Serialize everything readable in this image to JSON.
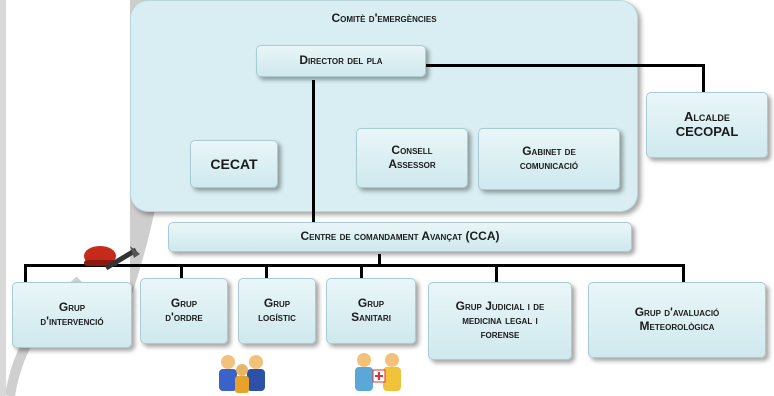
{
  "committee": {
    "title": "Comitè d'emergències"
  },
  "director": {
    "label": "Director del pla"
  },
  "alcalde": {
    "label": "Alcalde\nCECOPAL"
  },
  "cecat": {
    "label": "CECAT"
  },
  "consell": {
    "label": "Consell\nAssessor"
  },
  "gabinet": {
    "label": "Gabinet de\ncomunicació"
  },
  "cca": {
    "label": "Centre de comandament Avançat (CCA)"
  },
  "groups": [
    {
      "label": "Grup\nd'intervenció"
    },
    {
      "label": "Grup\nd'ordre"
    },
    {
      "label": "Grup\nlogístic"
    },
    {
      "label": "Grup\nSanitari"
    },
    {
      "label": "Grup Judicial i de\nmedicina legal i\nforense"
    },
    {
      "label": "Grup d'avaluació\nMeteorològica"
    }
  ],
  "icons": {
    "helmet": "firefighter-helmet-icon",
    "people_blue": "people-group-icon",
    "people_medic": "medical-staff-icon"
  },
  "colors": {
    "box_fill": "#d8eef2",
    "box_border": "#a9cbd3",
    "line": "#000000"
  }
}
